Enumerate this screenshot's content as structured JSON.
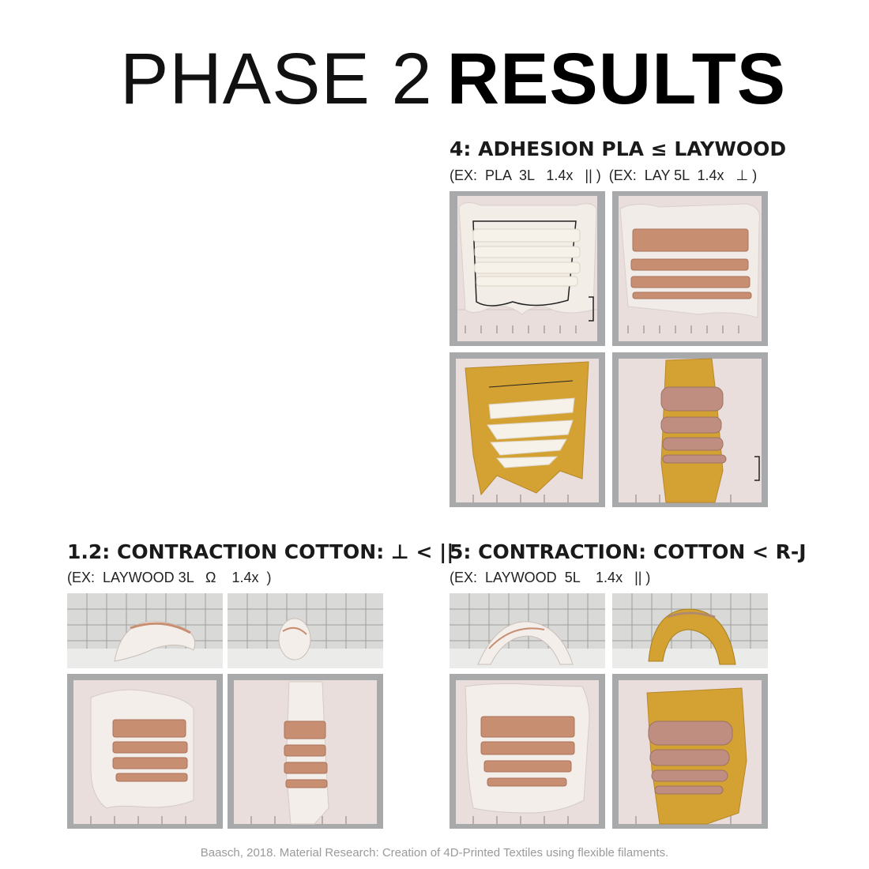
{
  "title": {
    "light": "PHASE 2",
    "bold": "RESULTS"
  },
  "sections": {
    "adhesion": {
      "title": "4: ADHESION  PLA ≤ LAYWOOD",
      "subtitle": "(EX:  PLA  3L   1.4x   || )  (EX:  LAY 5L  1.4x   ⊥ )"
    },
    "contraction_cotton": {
      "title": "1.2:  CONTRACTION COTTON:  ⊥ < ||",
      "subtitle": "(EX:  LAYWOOD 3L   Ω    1.4x  )"
    },
    "contraction_rj": {
      "title": "5: CONTRACTION:  COTTON < R-J",
      "subtitle": "(EX:  LAYWOOD  5L    1.4x   || )"
    }
  },
  "photos": {
    "adhesion": [
      "PLA 3L flat on grid",
      "LAYWOOD 5L flat on grid",
      "PLA 3L on yellow textile",
      "LAYWOOD 5L on yellow textile"
    ],
    "contraction_cotton": [
      "side view curled",
      "side view rolled",
      "top view wide",
      "top view narrow"
    ],
    "contraction_rj": [
      "side view arch white",
      "side view arch yellow",
      "top view cotton",
      "top view R-J yellow"
    ]
  },
  "colors": {
    "grid_board": "#eadedd",
    "frame": "#a8a9ab",
    "white_fabric": "#f1ebe6",
    "yellow_fabric": "#d4a233",
    "laywood_strip": "#c88e72",
    "pla_strip": "#f3efe6"
  },
  "footer": {
    "caption": "Baasch, 2018. Material Research: Creation of 4D-Printed Textiles using flexible filaments."
  }
}
